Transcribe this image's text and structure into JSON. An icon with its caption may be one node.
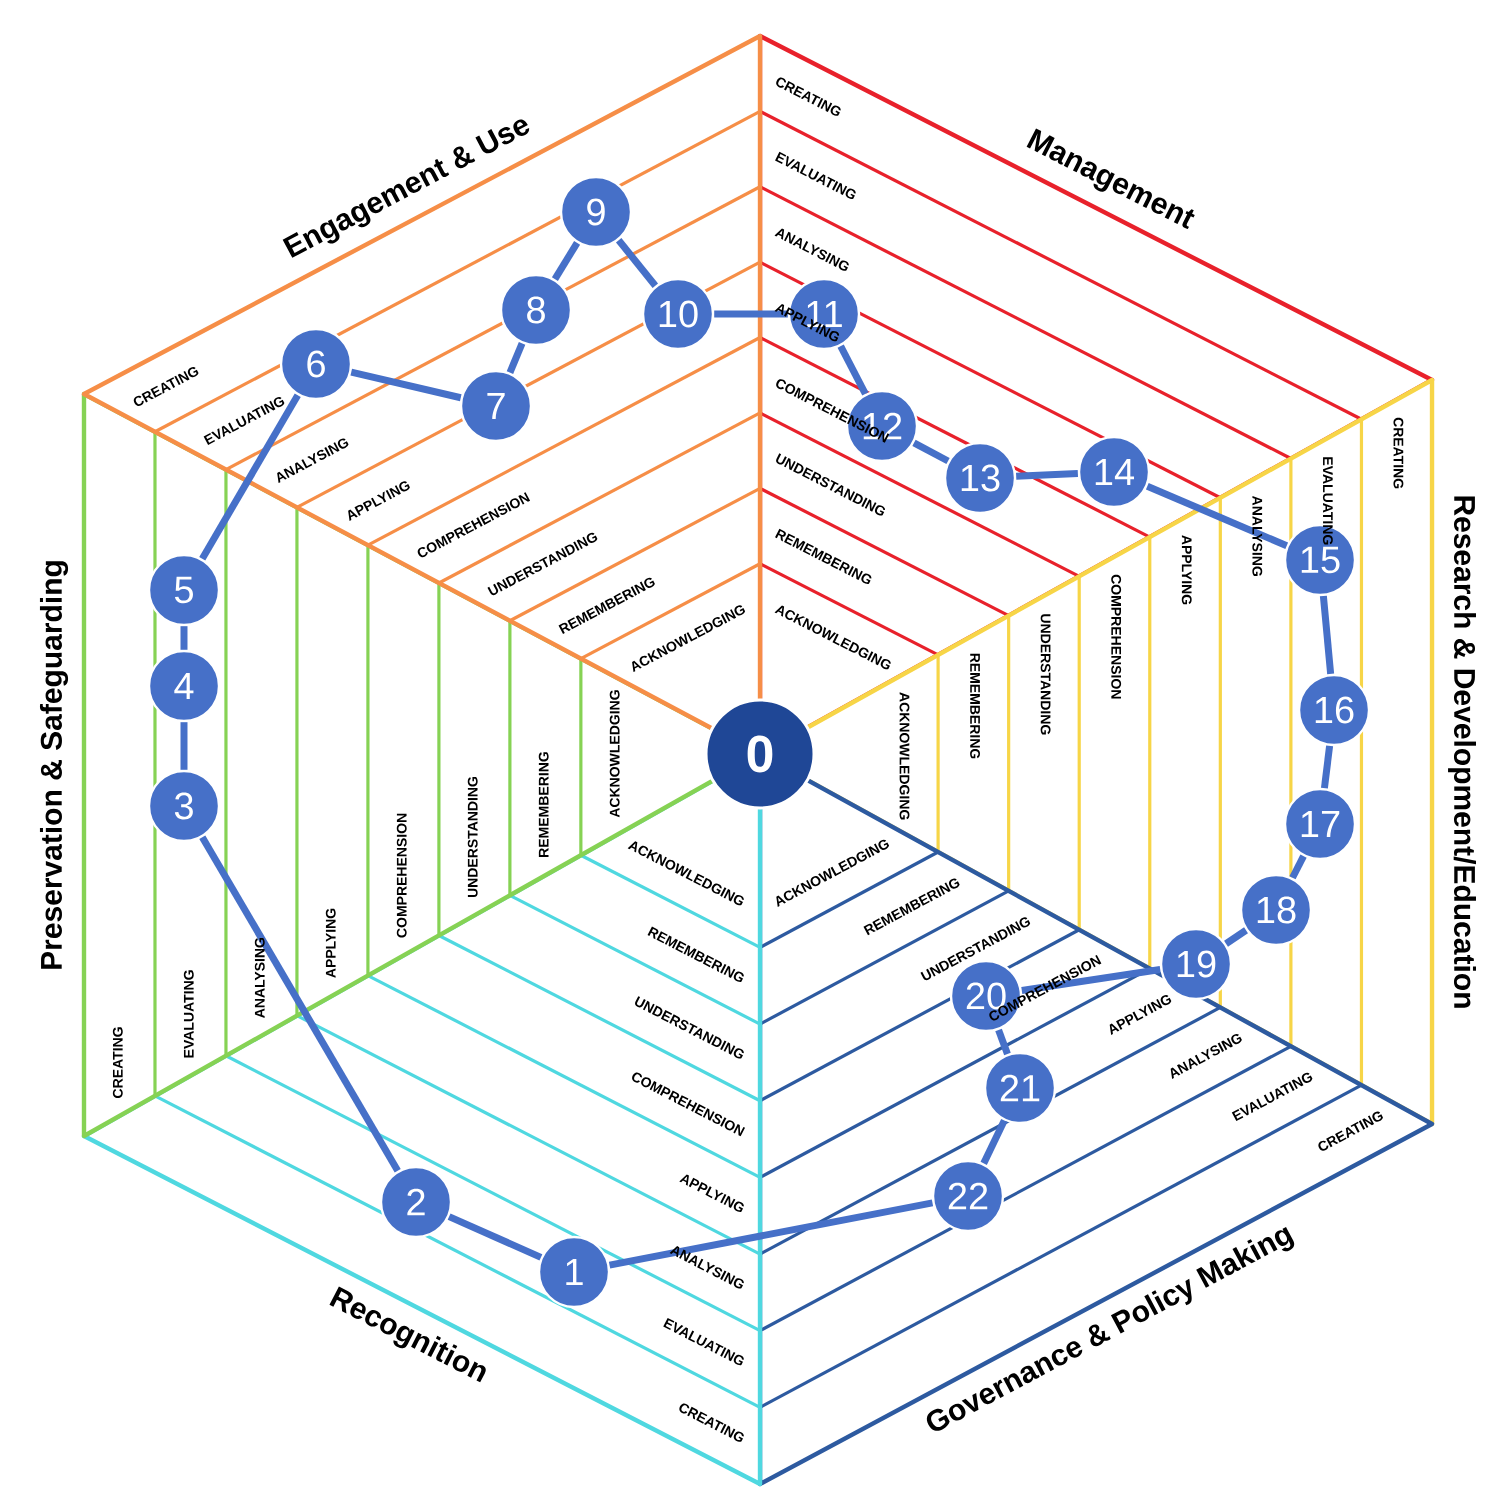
{
  "diagram": {
    "nodes": [
      {
        "text": [
          "0"
        ]
      },
      {
        "text": [
          "1"
        ]
      },
      {
        "text": [
          "2"
        ]
      },
      {
        "text": [
          "3"
        ]
      },
      {
        "text": [
          "4"
        ]
      },
      {
        "text": [
          "5"
        ]
      },
      {
        "text": [
          "6"
        ]
      },
      {
        "text": [
          "7"
        ]
      },
      {
        "text": [
          "8"
        ]
      },
      {
        "text": [
          "9"
        ]
      },
      {
        "text": [
          "10"
        ]
      },
      {
        "text": [
          "11"
        ]
      },
      {
        "text": [
          "12"
        ]
      },
      {
        "text": [
          "13"
        ]
      },
      {
        "text": [
          "14"
        ]
      },
      {
        "text": [
          "15"
        ]
      },
      {
        "text": [
          "16"
        ]
      },
      {
        "text": [
          "17"
        ]
      },
      {
        "text": [
          "18"
        ]
      },
      {
        "text": [
          "19"
        ]
      },
      {
        "text": [
          "20"
        ]
      },
      {
        "text": [
          "21"
        ]
      },
      {
        "text": [
          "22"
        ]
      }
    ],
    "edges": [
      {
        "from": 1,
        "to": 2,
        "arrow": "none"
      },
      {
        "from": 2,
        "to": 3,
        "arrow": "none"
      },
      {
        "from": 3,
        "to": 4,
        "arrow": "none"
      },
      {
        "from": 4,
        "to": 5,
        "arrow": "none"
      },
      {
        "from": 5,
        "to": 6,
        "arrow": "none"
      },
      {
        "from": 6,
        "to": 7,
        "arrow": "none"
      },
      {
        "from": 7,
        "to": 8,
        "arrow": "none"
      },
      {
        "from": 8,
        "to": 9,
        "arrow": "none"
      },
      {
        "from": 9,
        "to": 10,
        "arrow": "none"
      },
      {
        "from": 10,
        "to": 11,
        "arrow": "none"
      },
      {
        "from": 11,
        "to": 12,
        "arrow": "none"
      },
      {
        "from": 12,
        "to": 13,
        "arrow": "none"
      },
      {
        "from": 13,
        "to": 14,
        "arrow": "none"
      },
      {
        "from": 14,
        "to": 15,
        "arrow": "none"
      },
      {
        "from": 15,
        "to": 16,
        "arrow": "none"
      },
      {
        "from": 16,
        "to": 17,
        "arrow": "none"
      },
      {
        "from": 17,
        "to": 18,
        "arrow": "none"
      },
      {
        "from": 18,
        "to": 19,
        "arrow": "none"
      },
      {
        "from": 19,
        "to": 20,
        "arrow": "none"
      },
      {
        "from": 20,
        "to": 21,
        "arrow": "none"
      },
      {
        "from": 21,
        "to": 22,
        "arrow": "none"
      },
      {
        "from": 22,
        "to": 1,
        "arrow": "none"
      }
    ],
    "labels": [
      "Management",
      "ACKNOWLEDGING",
      "REMEMBERING",
      "UNDERSTANDING",
      "COMPREHENSION",
      "APPLYING",
      "ANALYSING",
      "EVALUATING",
      "CREATING",
      "Research & Development/Education",
      "ACKNOWLEDGING",
      "REMEMBERING",
      "UNDERSTANDING",
      "COMPREHENSION",
      "APPLYING",
      "ANALYSING",
      "EVALUATING",
      "CREATING",
      "Governance & Policy Making",
      "ACKNOWLEDGING",
      "REMEMBERING",
      "UNDERSTANDING",
      "COMPREHENSION",
      "APPLYING",
      "ANALYSING",
      "EVALUATING",
      "CREATING",
      "Recognition",
      "ACKNOWLEDGING",
      "REMEMBERING",
      "UNDERSTANDING",
      "COMPREHENSION",
      "APPLYING",
      "ANALYSING",
      "EVALUATING",
      "CREATING",
      "Preservation & Safeguarding",
      "ACKNOWLEDGING",
      "REMEMBERING",
      "UNDERSTANDING",
      "COMPREHENSION",
      "APPLYING",
      "ANALYSING",
      "EVALUATING",
      "CREATING",
      "Engagement & Use",
      "ACKNOWLEDGING",
      "REMEMBERING",
      "UNDERSTANDING",
      "COMPREHENSION",
      "APPLYING",
      "ANALYSING",
      "EVALUATING",
      "CREATING"
    ]
  }
}
